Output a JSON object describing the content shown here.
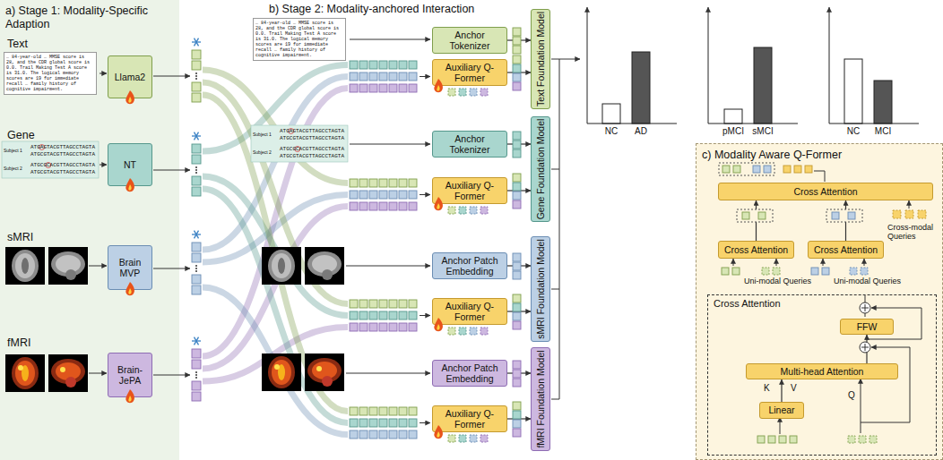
{
  "diagram": {
    "nodes": [
      {
        "text": [
          "a) Stage 1: Modality-Specific Adaption"
        ]
      },
      {
        "text": [
          "Llama2"
        ],
        "in": 0
      },
      {
        "text": [
          "NT"
        ],
        "in": 0
      },
      {
        "text": [
          "Brain MVP"
        ],
        "in": 0
      },
      {
        "text": [
          "Brain-JePA"
        ],
        "in": 0
      },
      {
        "text": [
          "Anchor Tokenizer"
        ]
      },
      {
        "text": [
          "Auxiliary Q-Former"
        ]
      },
      {
        "text": [
          "Anchor Tokenizer"
        ]
      },
      {
        "text": [
          "Auxiliary Q-Former"
        ]
      },
      {
        "text": [
          "Anchor Patch Embedding"
        ]
      },
      {
        "text": [
          "Auxiliary Q-Former"
        ]
      },
      {
        "text": [
          "Anchor Patch Embedding"
        ]
      },
      {
        "text": [
          "Auxiliary Q-Former"
        ]
      },
      {
        "text": [
          "Text Foundation Model"
        ]
      },
      {
        "text": [
          "Gene Foundation Model"
        ]
      },
      {
        "text": [
          "sMRI Foundation Model"
        ]
      },
      {
        "text": [
          "fMRI Foundation Model"
        ]
      },
      {
        "text": [
          "c) Modality Aware Q-Former"
        ]
      },
      {
        "text": [
          "Cross Attention"
        ],
        "in": 17
      },
      {
        "text": [
          "Cross Attention"
        ],
        "in": 17
      },
      {
        "text": [
          "Cross Attention"
        ],
        "in": 17
      },
      {
        "text": [
          "Cross Attention"
        ],
        "in": 17
      },
      {
        "text": [
          "FFW"
        ],
        "in": 21
      },
      {
        "text": [
          "Multi-head Attention"
        ],
        "in": 21
      },
      {
        "text": [
          "Linear"
        ],
        "in": 21
      }
    ],
    "edges": [
      {
        "from": 5,
        "to": 13,
        "arrow": "to"
      },
      {
        "from": 6,
        "to": 13,
        "arrow": "to"
      },
      {
        "from": 7,
        "to": 14,
        "arrow": "to"
      },
      {
        "from": 8,
        "to": 14,
        "arrow": "to"
      },
      {
        "from": 9,
        "to": 15,
        "arrow": "to"
      },
      {
        "from": 10,
        "to": 15,
        "arrow": "to"
      },
      {
        "from": 11,
        "to": 16,
        "arrow": "to"
      },
      {
        "from": 12,
        "to": 16,
        "arrow": "to"
      },
      {
        "from": 19,
        "to": 18,
        "arrow": "to"
      },
      {
        "from": 20,
        "to": 18,
        "arrow": "to"
      },
      {
        "from": 24,
        "to": 23,
        "arrow": "to"
      },
      {
        "from": 23,
        "to": 22,
        "arrow": "to"
      }
    ],
    "labels": [
      "Text",
      "… 84-year-old … MMSE score is 28, and the CDR global score is 0.0. Trail Making Test A score is 31.0. The logical memory scores are 19 for immediate recall … family history of cognitive impairment.",
      "Gene",
      "Subject 1",
      "ATGAGTACGTTAGCCTAGTA",
      "ATGCGTACGTTAGCCTAGTA",
      "Subject 2",
      "ATGCGCACGTTAGCCTAGTA",
      "ATGCGTACGTTAGCCTAGTA",
      "sMRI",
      "fMRI",
      "b) Stage 2: Modality-anchored Interaction",
      "… 84-year-old … MMSE score is 28, and the CDR global score is 0.0. Trail Making Test A score is 31.0. The logical memory scores are 19 for immediate recall … family history of cognitive impairment.",
      "Subject 1",
      "ATGAGTACGTTAGCCTAGTA",
      "ATGCGTACGTTAGCCTAGTA",
      "Subject 2",
      "ATGCGCACGTTAGCCTAGTA",
      "ATGCGTACGTTAGCCTAGTA",
      "NC",
      "AD",
      "pMCI",
      "sMCI",
      "NC",
      "MCI",
      "Cross-modal Queries",
      "Uni-modal Queries",
      "Uni-modal Queries",
      "K",
      "V",
      "Q"
    ]
  }
}
